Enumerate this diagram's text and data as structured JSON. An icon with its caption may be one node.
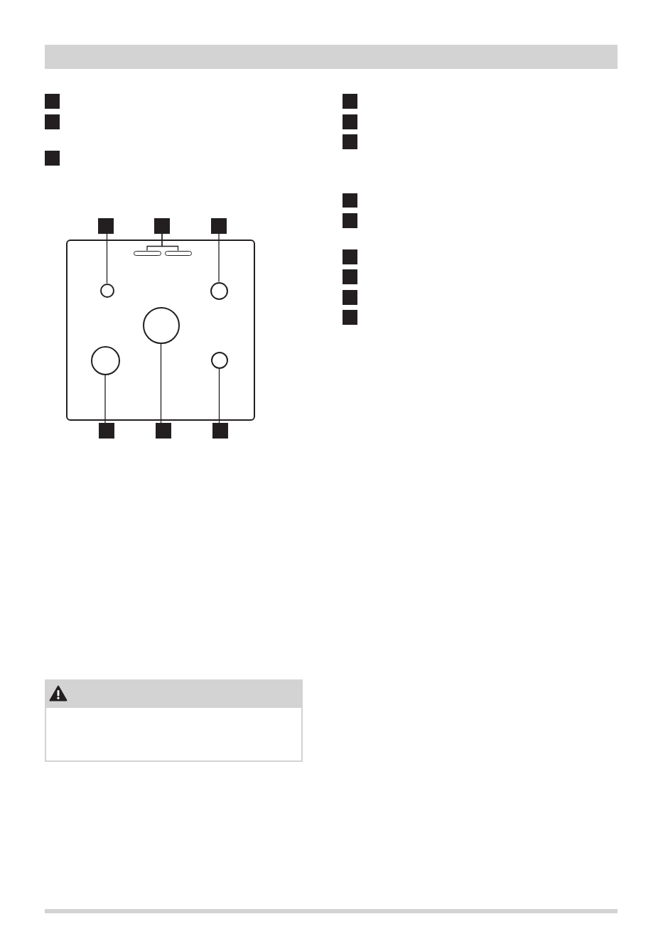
{
  "diagram": {
    "nodes": [
      {
        "text": [],
        "shape": "box"
      },
      {
        "text": [],
        "shape": "box"
      },
      {
        "text": [],
        "shape": "box"
      },
      {
        "text": [],
        "shape": "box"
      },
      {
        "text": [],
        "shape": "box"
      },
      {
        "text": [],
        "shape": "box"
      },
      {
        "text": [],
        "shape": "box"
      },
      {
        "text": [],
        "shape": "bar",
        "in": 6
      },
      {
        "text": [],
        "shape": "bar",
        "in": 6
      },
      {
        "text": [],
        "shape": "circle",
        "in": 6
      },
      {
        "text": [],
        "shape": "circle",
        "in": 6
      },
      {
        "text": [],
        "shape": "circle",
        "in": 6
      },
      {
        "text": [],
        "shape": "circle",
        "in": 6
      },
      {
        "text": [],
        "shape": "circle",
        "in": 6
      },
      {
        "text": [],
        "shape": "box"
      },
      {
        "text": [],
        "shape": "box"
      },
      {
        "text": [],
        "shape": "box"
      },
      {
        "text": [],
        "shape": "box"
      },
      {
        "text": [],
        "shape": "box"
      },
      {
        "text": [],
        "shape": "box"
      },
      {
        "text": [],
        "shape": "box"
      },
      {
        "text": [],
        "shape": "box"
      },
      {
        "text": [],
        "shape": "box"
      },
      {
        "text": [],
        "shape": "box"
      },
      {
        "text": [],
        "shape": "box"
      },
      {
        "text": [],
        "shape": "box"
      }
    ],
    "edges": [
      {
        "from": 3,
        "to": 9,
        "arrow": "none"
      },
      {
        "from": 4,
        "to": 7,
        "arrow": "none"
      },
      {
        "from": 4,
        "to": 8,
        "arrow": "none"
      },
      {
        "from": 5,
        "to": 10,
        "arrow": "none"
      },
      {
        "from": 14,
        "to": 12,
        "arrow": "none"
      },
      {
        "from": 15,
        "to": 11,
        "arrow": "none"
      },
      {
        "from": 16,
        "to": 13,
        "arrow": "none"
      }
    ]
  }
}
